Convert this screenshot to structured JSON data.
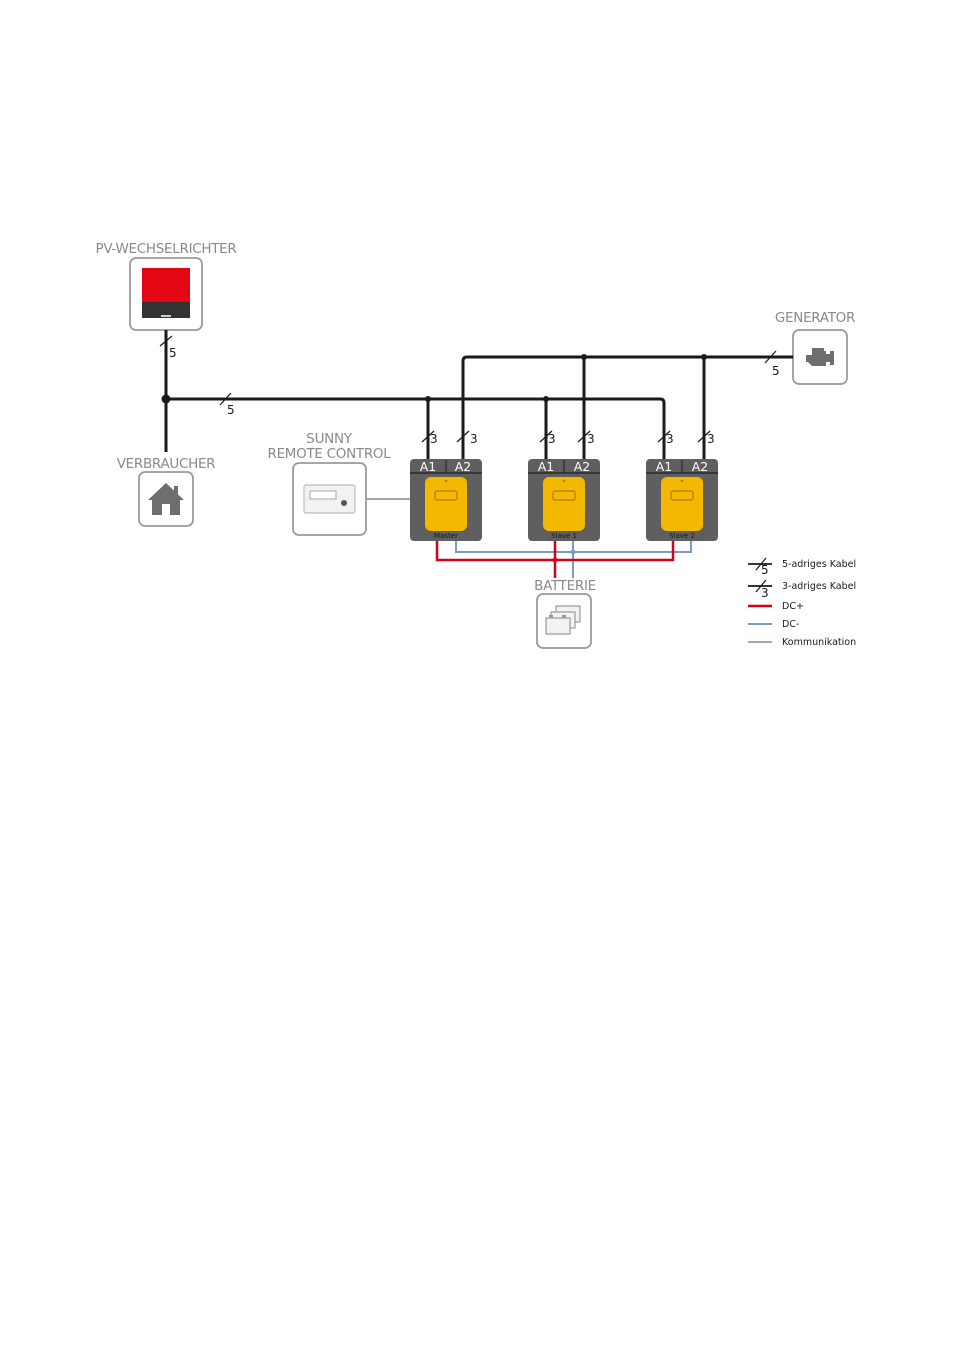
{
  "labels": {
    "pv_inverter": "PV-WECHSELRICHTER",
    "generator": "GENERATOR",
    "consumer": "VERBRAUCHER",
    "remote_line1": "SUNNY",
    "remote_line2": "REMOTE CONTROL",
    "battery": "BATTERIE"
  },
  "cable_counts": {
    "pv": "5",
    "bus": "5",
    "generator": "5",
    "master_a1": "3",
    "master_a2": "3",
    "slave1_a1": "3",
    "slave1_a2": "3",
    "slave2_a1": "3",
    "slave2_a2": "3"
  },
  "units": [
    {
      "name": "Master",
      "port1": "A1",
      "port2": "A2"
    },
    {
      "name": "Slave 1",
      "port1": "A1",
      "port2": "A2"
    },
    {
      "name": "Slave 2",
      "port1": "A1",
      "port2": "A2"
    }
  ],
  "legend": [
    {
      "type": "cable5",
      "mark": "5",
      "label": "5-adriges Kabel"
    },
    {
      "type": "cable3",
      "mark": "3",
      "label": "3-adriges Kabel"
    },
    {
      "type": "dcplus",
      "label": "DC+"
    },
    {
      "type": "dcminus",
      "label": "DC-"
    },
    {
      "type": "comm",
      "label": "Kommunikation"
    }
  ],
  "colors": {
    "ac": "#1a1a1a",
    "dc_plus": "#d0021b",
    "dc_minus": "#7d9ac4",
    "communication": "#a6a6a6",
    "inverter_body": "#f5b800",
    "pv_red": "#e30613"
  }
}
